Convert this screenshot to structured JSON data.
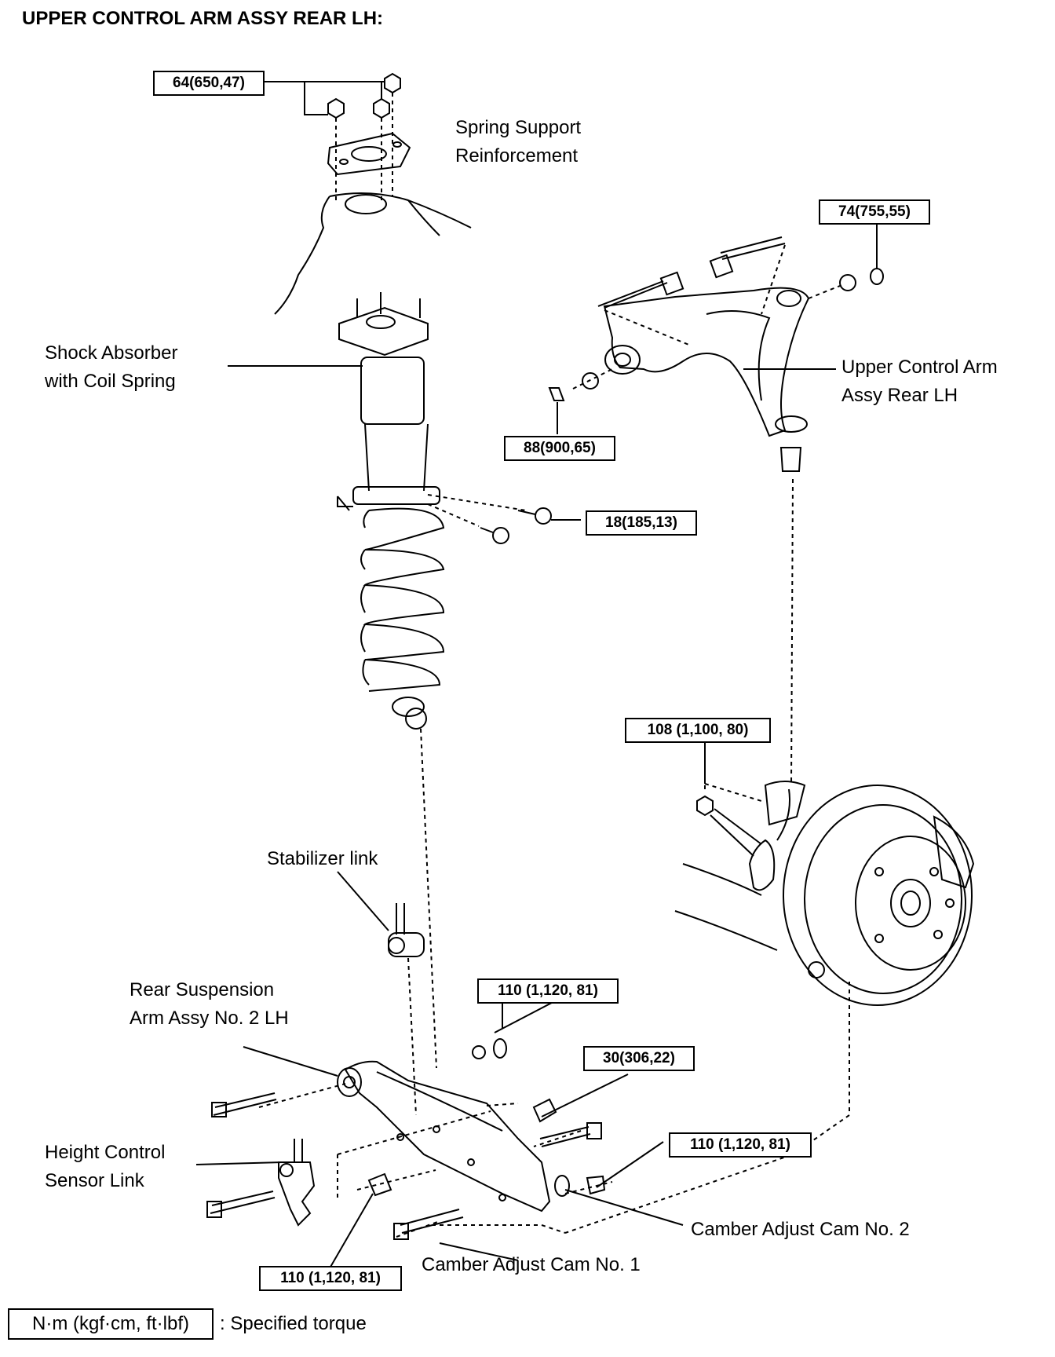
{
  "title": "UPPER CONTROL ARM ASSY REAR LH:",
  "labels": {
    "spring_support": [
      "Spring Support",
      "Reinforcement"
    ],
    "shock_absorber": [
      "Shock Absorber",
      "with Coil Spring"
    ],
    "upper_control_arm": [
      "Upper Control Arm",
      "Assy Rear LH"
    ],
    "stabilizer_link": "Stabilizer link",
    "rear_suspension_arm": [
      "Rear Suspension",
      "Arm Assy No. 2 LH"
    ],
    "height_control": [
      "Height Control",
      "Sensor Link"
    ],
    "camber_cam_2": "Camber Adjust Cam No. 2",
    "camber_cam_1": "Camber Adjust Cam No. 1"
  },
  "torques": {
    "t1": "64(650,47)",
    "t2": "74(755,55)",
    "t3": "88(900,65)",
    "t4": "18(185,13)",
    "t5": "108 (1,100, 80)",
    "t6": "110 (1,120, 81)",
    "t7": "30(306,22)",
    "t8": "110 (1,120, 81)",
    "t9": "110 (1,120, 81)"
  },
  "legend": {
    "unit": "N·m (kgf·cm, ft·lbf)",
    "description": ": Specified torque"
  }
}
